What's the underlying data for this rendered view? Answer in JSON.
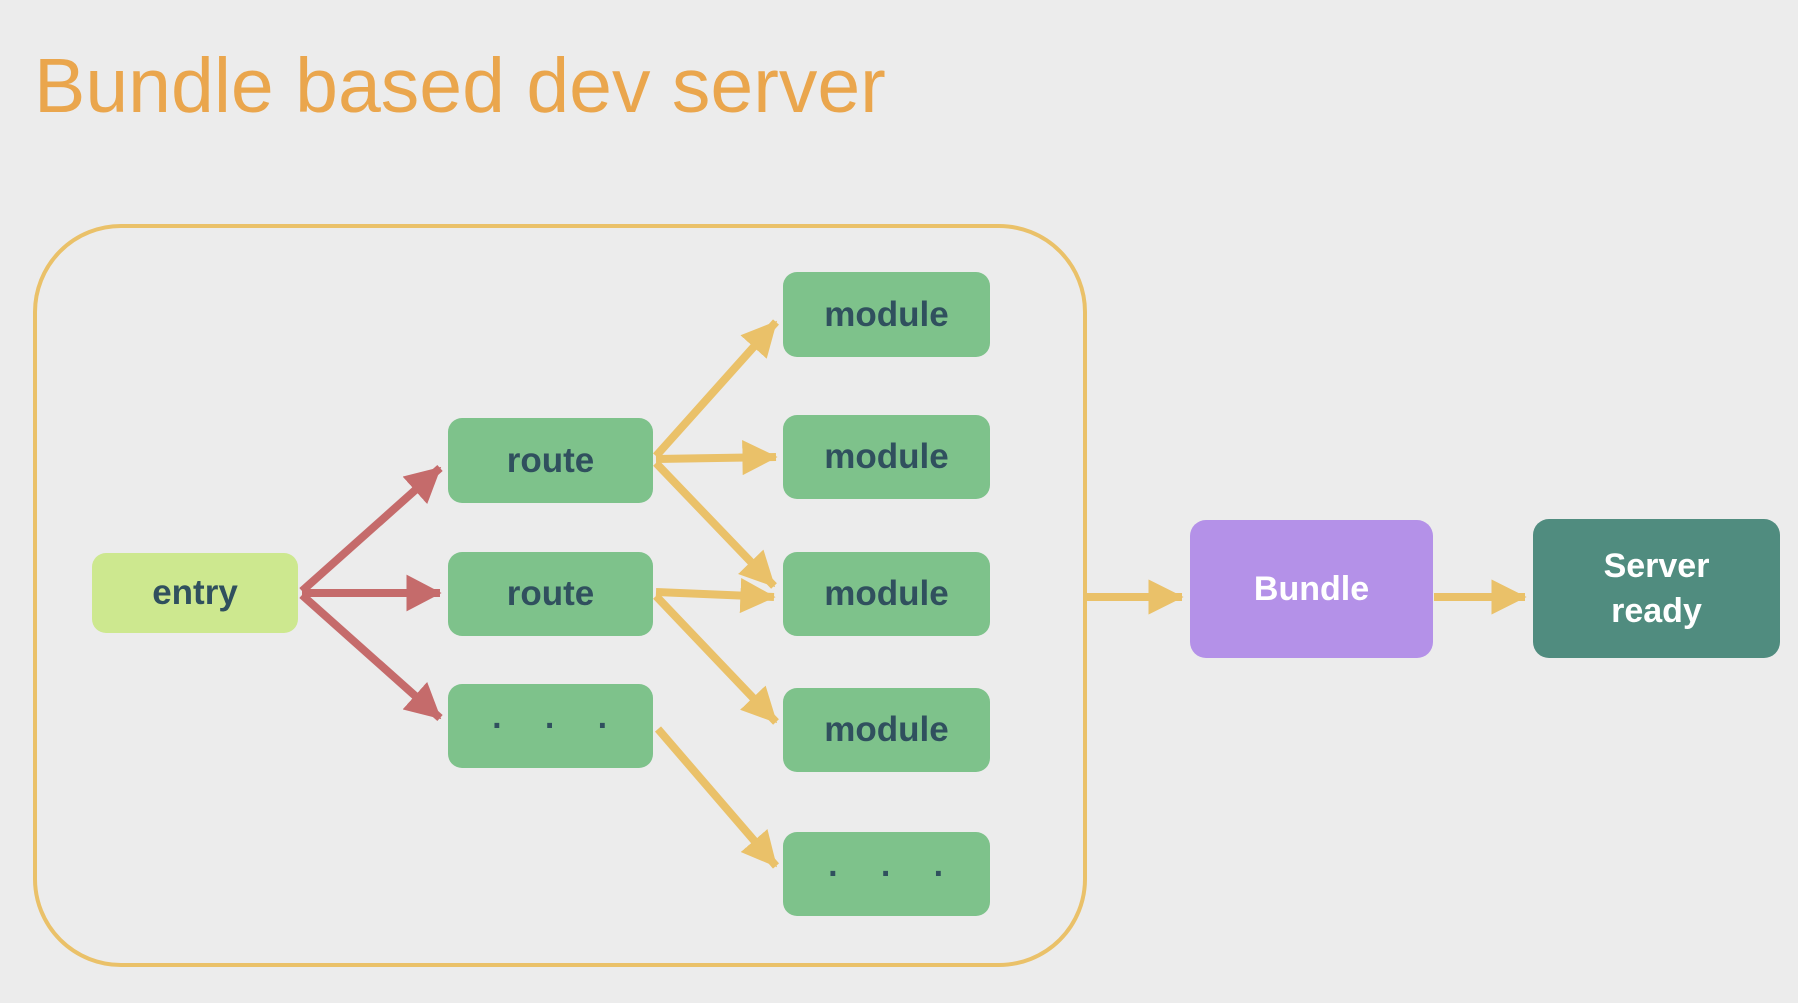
{
  "title": "Bundle based dev server",
  "colors": {
    "background": "#ececec",
    "title": "#eaa64d",
    "container_border": "#eac169",
    "yellow_arrow": "#eac169",
    "red_arrow": "#c56b6b",
    "entry_bg": "#cde88f",
    "node_bg": "#7ec28b",
    "node_text": "#30505e",
    "bundle_bg": "#b491e8",
    "server_bg": "#508c7f",
    "light_text": "#ffffff"
  },
  "nodes": {
    "entry": "entry",
    "route_1": "route",
    "route_2": "route",
    "route_ellipsis": "· · ·",
    "module_1": "module",
    "module_2": "module",
    "module_3": "module",
    "module_4": "module",
    "module_ellipsis": "· · ·",
    "bundle": "Bundle",
    "server_ready_line_1": "Server",
    "server_ready_line_2": "ready"
  }
}
